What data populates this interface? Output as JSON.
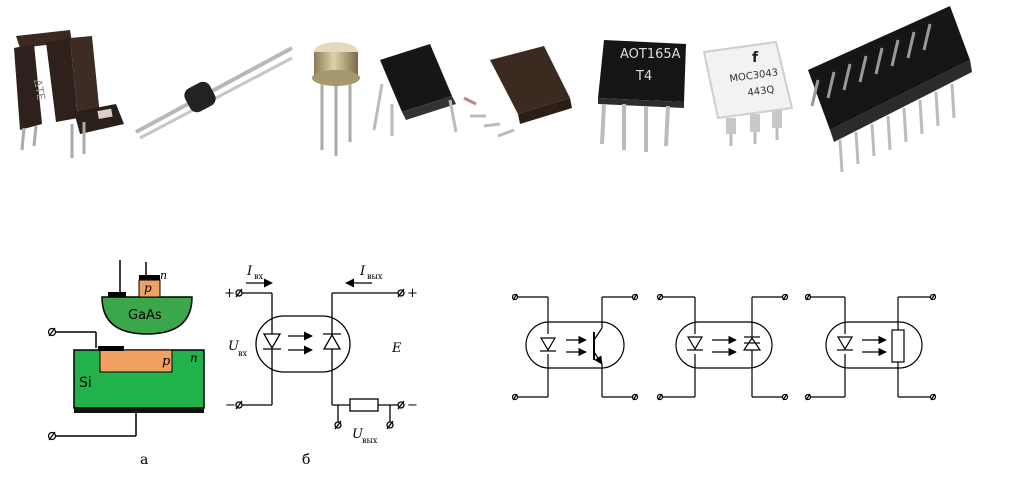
{
  "components": {
    "slot_sensor_marks": "ΔΤΕ",
    "ic_aot": {
      "line1": "AOT165A",
      "line2": "T4"
    },
    "ic_moc": {
      "logo": "f",
      "line1": "MOC3043",
      "line2": "443Q"
    }
  },
  "fig_a": {
    "material_top": "GaAs",
    "p_top": "p",
    "n_top": "n",
    "material_bottom": "Si",
    "p_bottom": "p",
    "n_bottom": "n",
    "caption": "а"
  },
  "fig_b": {
    "current_in": "I",
    "current_in_sub": "вх",
    "current_out": "I",
    "current_out_sub": "вых",
    "voltage_in": "U",
    "voltage_in_sub": "вх",
    "voltage_out": "U",
    "voltage_out_sub": "вых",
    "emf": "E",
    "plus_left": "+",
    "minus_left": "−",
    "plus_right": "+",
    "minus_right": "−",
    "caption": "б"
  },
  "colors": {
    "gaas_fill": "#3aa84a",
    "si_fill": "#22b24c",
    "p_region": "#f0a060",
    "substrate": "#111111",
    "component_body": "#1c1c1c",
    "optocoupler_white": "#f2f2f2",
    "metal_can": "#c8b98e"
  }
}
